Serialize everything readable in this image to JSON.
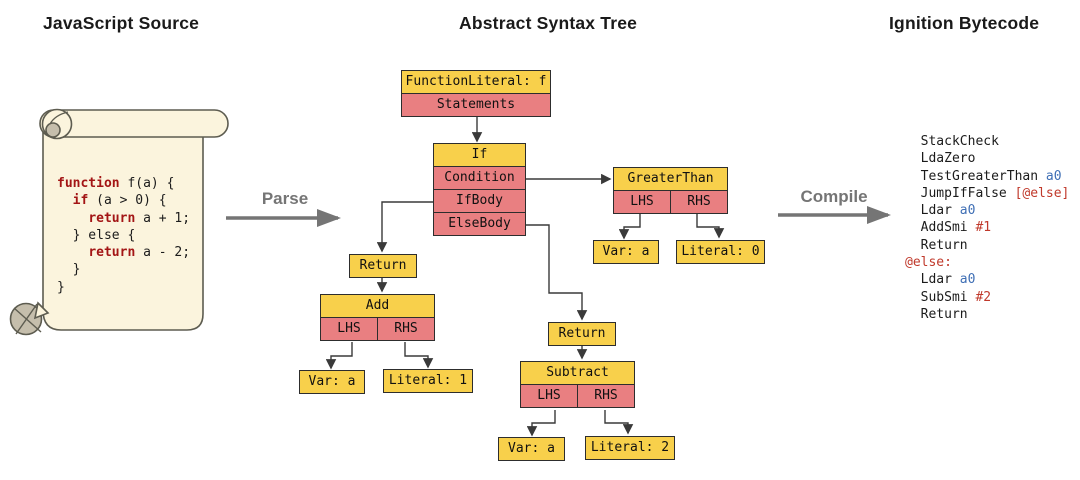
{
  "titles": {
    "source": "JavaScript Source",
    "ast": "Abstract Syntax Tree",
    "bytecode": "Ignition Bytecode"
  },
  "flow": {
    "parse": "Parse",
    "compile": "Compile"
  },
  "source_code": {
    "lines": [
      [
        {
          "t": "function",
          "c": "kw"
        },
        {
          "t": " f(a) {",
          "c": "plain"
        }
      ],
      [
        {
          "t": "  ",
          "c": "plain"
        },
        {
          "t": "if",
          "c": "kw"
        },
        {
          "t": " (a > 0) {",
          "c": "plain"
        }
      ],
      [
        {
          "t": "    ",
          "c": "plain"
        },
        {
          "t": "return",
          "c": "kw"
        },
        {
          "t": " a + 1;",
          "c": "plain"
        }
      ],
      [
        {
          "t": "  } else {",
          "c": "plain"
        }
      ],
      [
        {
          "t": "    ",
          "c": "plain"
        },
        {
          "t": "return",
          "c": "kw"
        },
        {
          "t": " a - 2;",
          "c": "plain"
        }
      ],
      [
        {
          "t": "  }",
          "c": "plain"
        }
      ],
      [
        {
          "t": "}",
          "c": "plain"
        }
      ]
    ]
  },
  "ast": {
    "function_literal": {
      "header": "FunctionLiteral: f",
      "rows": [
        "Statements"
      ]
    },
    "if_node": {
      "header": "If",
      "rows": [
        "Condition",
        "IfBody",
        "ElseBody"
      ]
    },
    "greater_than": {
      "header": "GreaterThan",
      "lhs": "LHS",
      "rhs": "RHS"
    },
    "gt_var": "Var: a",
    "gt_literal": "Literal: 0",
    "return_if": "Return",
    "add": {
      "header": "Add",
      "lhs": "LHS",
      "rhs": "RHS"
    },
    "add_var": "Var: a",
    "add_literal": "Literal: 1",
    "return_else": "Return",
    "subtract": {
      "header": "Subtract",
      "lhs": "LHS",
      "rhs": "RHS"
    },
    "sub_var": "Var: a",
    "sub_literal": "Literal: 2"
  },
  "bytecode": {
    "lines": [
      [
        {
          "t": "  StackCheck",
          "c": "plain"
        }
      ],
      [
        {
          "t": "  LdaZero",
          "c": "plain"
        }
      ],
      [
        {
          "t": "  TestGreaterThan ",
          "c": "plain"
        },
        {
          "t": "a0",
          "c": "blue"
        }
      ],
      [
        {
          "t": "  JumpIfFalse ",
          "c": "plain"
        },
        {
          "t": "[@else]",
          "c": "red"
        }
      ],
      [
        {
          "t": "  Ldar ",
          "c": "plain"
        },
        {
          "t": "a0",
          "c": "blue"
        }
      ],
      [
        {
          "t": "  AddSmi ",
          "c": "plain"
        },
        {
          "t": "#1",
          "c": "red"
        }
      ],
      [
        {
          "t": "  Return",
          "c": "plain"
        }
      ],
      [
        {
          "t": "@else:",
          "c": "red"
        }
      ],
      [
        {
          "t": "  Ldar ",
          "c": "plain"
        },
        {
          "t": "a0",
          "c": "blue"
        }
      ],
      [
        {
          "t": "  SubSmi ",
          "c": "plain"
        },
        {
          "t": "#2",
          "c": "red"
        }
      ],
      [
        {
          "t": "  Return",
          "c": "plain"
        }
      ]
    ]
  },
  "colors": {
    "node_yellow": "#f8d04b",
    "node_red": "#e97f81",
    "node_border": "#2d2d2d",
    "scroll_bg": "#fbf4dd",
    "scroll_ink": "#5d5c50",
    "scroll_gray": "#c5beac",
    "keyword_red": "#a31515",
    "operand_blue": "#3f6fb5",
    "operand_red": "#c0392b",
    "flow_gray": "#757575",
    "text_dark": "#1a1a1a"
  }
}
